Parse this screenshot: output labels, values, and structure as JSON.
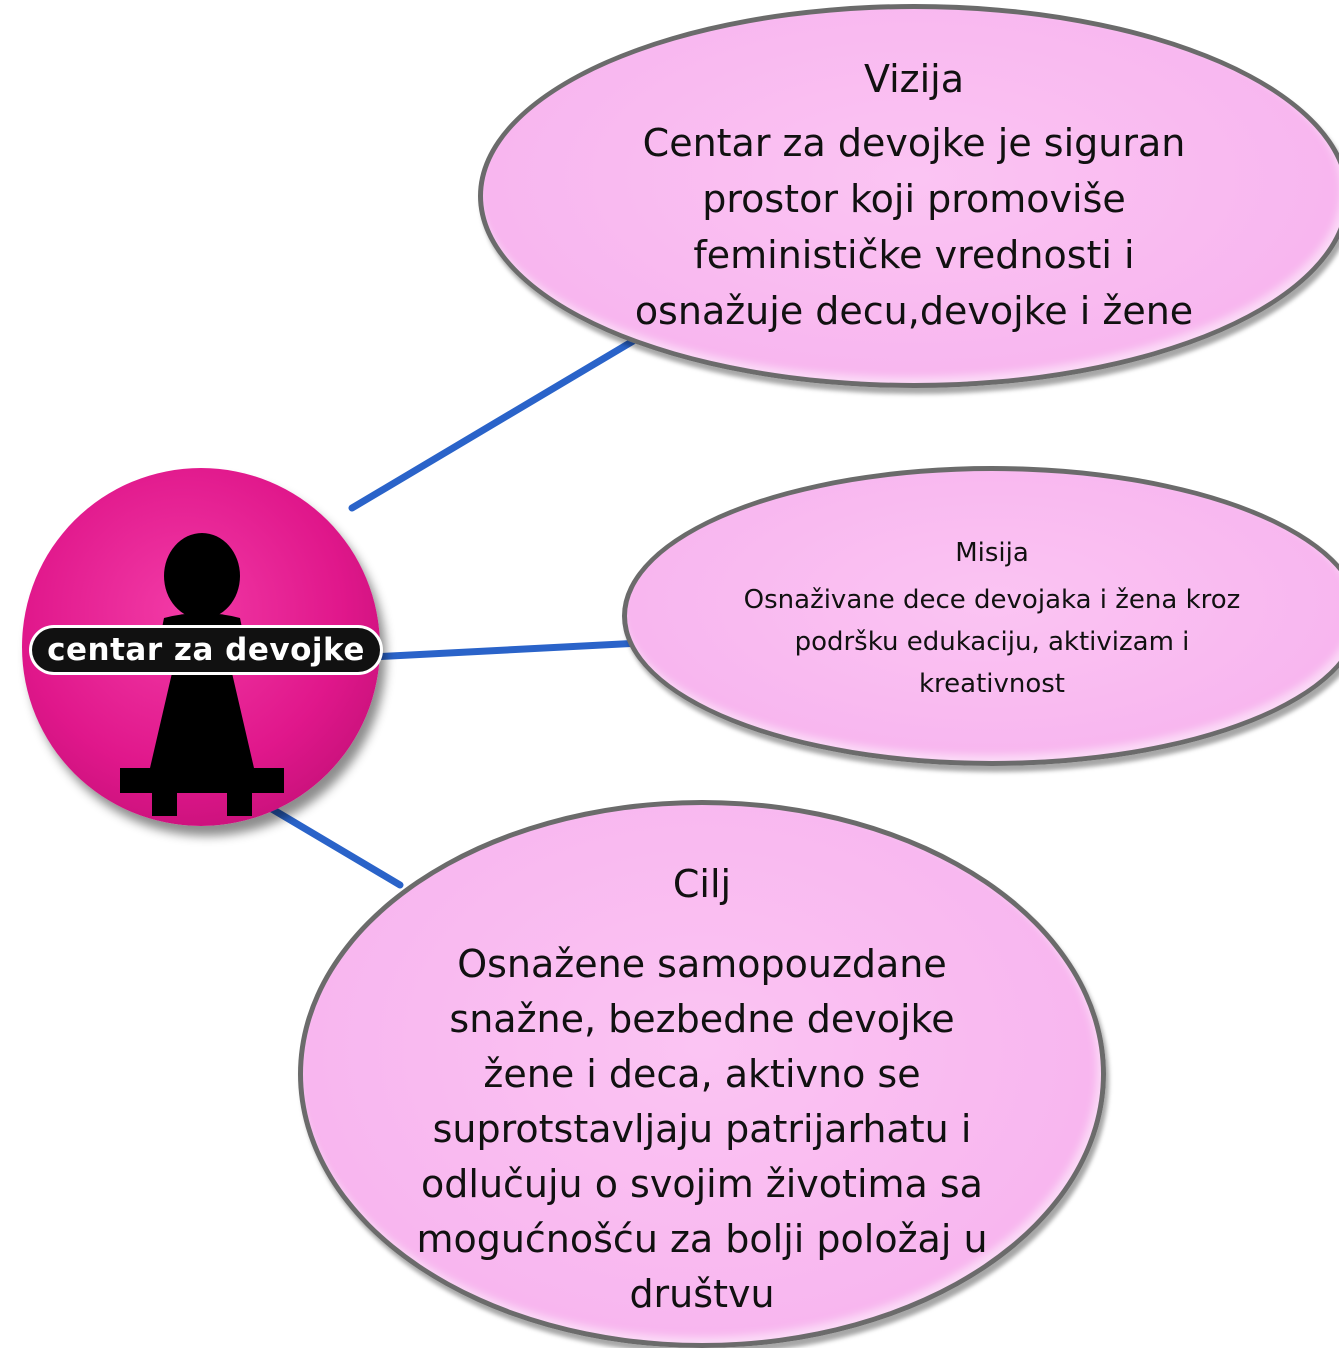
{
  "logo": {
    "label": "centar za devojke",
    "disc_color": "#e0178b",
    "figure_color": "#000000"
  },
  "connector_color": "#2a63c9",
  "bubble_color": "#f8b6ef",
  "vision": {
    "title": "Vizija",
    "text": "Centar za devojke je siguran prostor koji promoviše feminističke vrednosti i osnažuje decu,devojke i žene"
  },
  "mission": {
    "title": "Misija",
    "text": "Osnaživane dece devojaka i žena kroz podršku edukaciju, aktivizam i kreativnost"
  },
  "goal": {
    "title": "Cilj",
    "text": "Osnažene samopouzdane snažne, bezbedne devojke žene i deca, aktivno se suprotstavljaju patrijarhatu i odlučuju o svojim životima sa mogućnošću za bolji položaj u društvu"
  }
}
